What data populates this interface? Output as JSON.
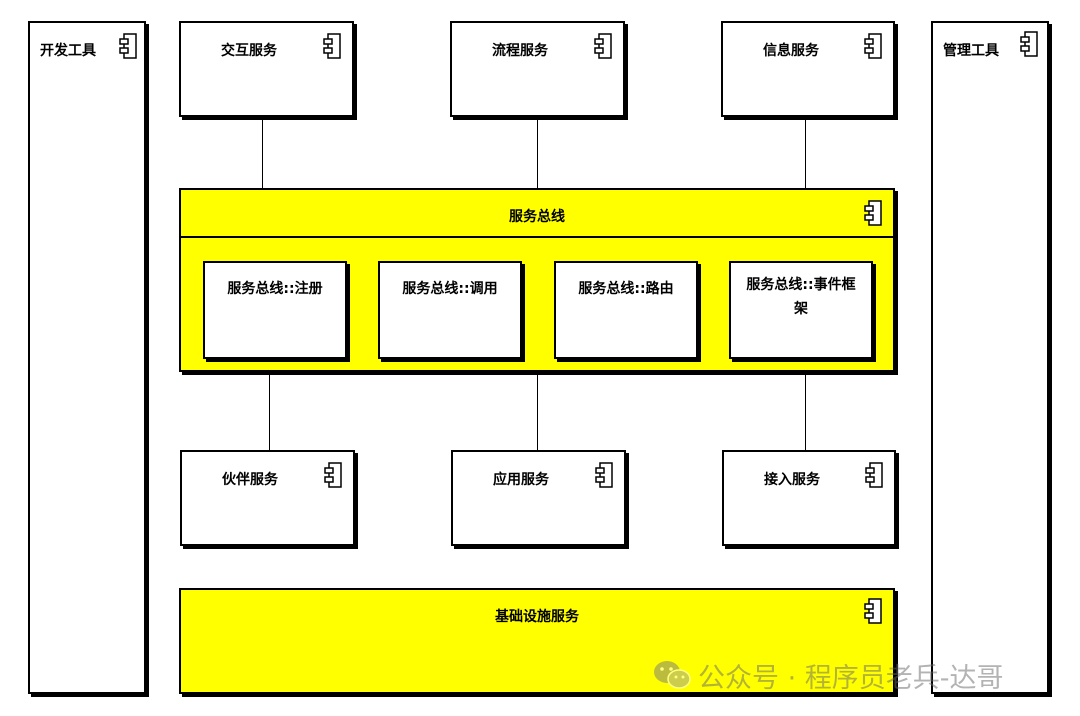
{
  "side_tools": {
    "dev_tools": "开发工具",
    "mgmt_tools": "管理工具"
  },
  "top_services": {
    "interaction": "交互服务",
    "process": "流程服务",
    "information": "信息服务"
  },
  "service_bus": {
    "title": "服务总线",
    "modules": {
      "register": "服务总线::注册",
      "invoke": "服务总线::调用",
      "route": "服务总线::路由",
      "event": "服务总线::事件框架"
    }
  },
  "bottom_services": {
    "partner": "伙伴服务",
    "application": "应用服务",
    "access": "接入服务"
  },
  "infrastructure": {
    "title": "基础设施服务"
  },
  "watermark": {
    "text": "公众号 · 程序员老兵-达哥",
    "icon": "wechat-icon"
  },
  "colors": {
    "bus_fill": "#ffff00",
    "box_fill": "#ffffff",
    "stroke": "#000000"
  },
  "icons": {
    "component": "uml-component-icon"
  }
}
